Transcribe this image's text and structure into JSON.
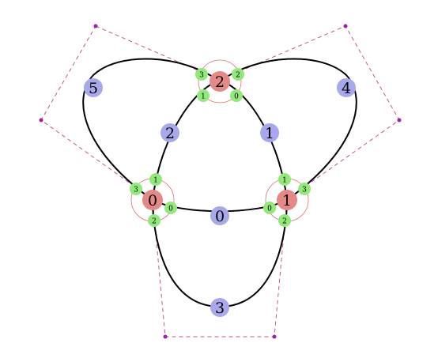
{
  "colors": {
    "curve": "#000000",
    "control_polygon": "#c0578f",
    "control_point": "#a21caf",
    "crossing_node_fill": "#e48888",
    "crossing_ring": "#e07070",
    "port_node_fill": "#92e87c",
    "arc_node_fill": "#a8a8ec"
  },
  "crossings": [
    {
      "label": "0",
      "ports": [
        "0",
        "1",
        "2",
        "3"
      ]
    },
    {
      "label": "1",
      "ports": [
        "0",
        "1",
        "2",
        "3"
      ]
    },
    {
      "label": "2",
      "ports": [
        "0",
        "1",
        "2",
        "3"
      ]
    }
  ],
  "arcs": [
    {
      "label": "0"
    },
    {
      "label": "1"
    },
    {
      "label": "2"
    },
    {
      "label": "3"
    },
    {
      "label": "4"
    },
    {
      "label": "5"
    }
  ]
}
